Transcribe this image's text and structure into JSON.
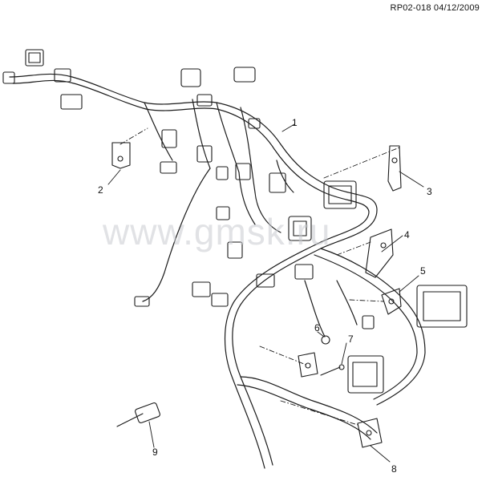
{
  "header": {
    "reference": "RP02-018 04/12/2009"
  },
  "watermark": "www.gmsk.ru",
  "callouts": [
    "1",
    "2",
    "3",
    "4",
    "5",
    "6",
    "7",
    "8",
    "9"
  ],
  "colors": {
    "line": "#1a1a1a",
    "watermark": "#c9ccd1",
    "background": "#ffffff"
  }
}
